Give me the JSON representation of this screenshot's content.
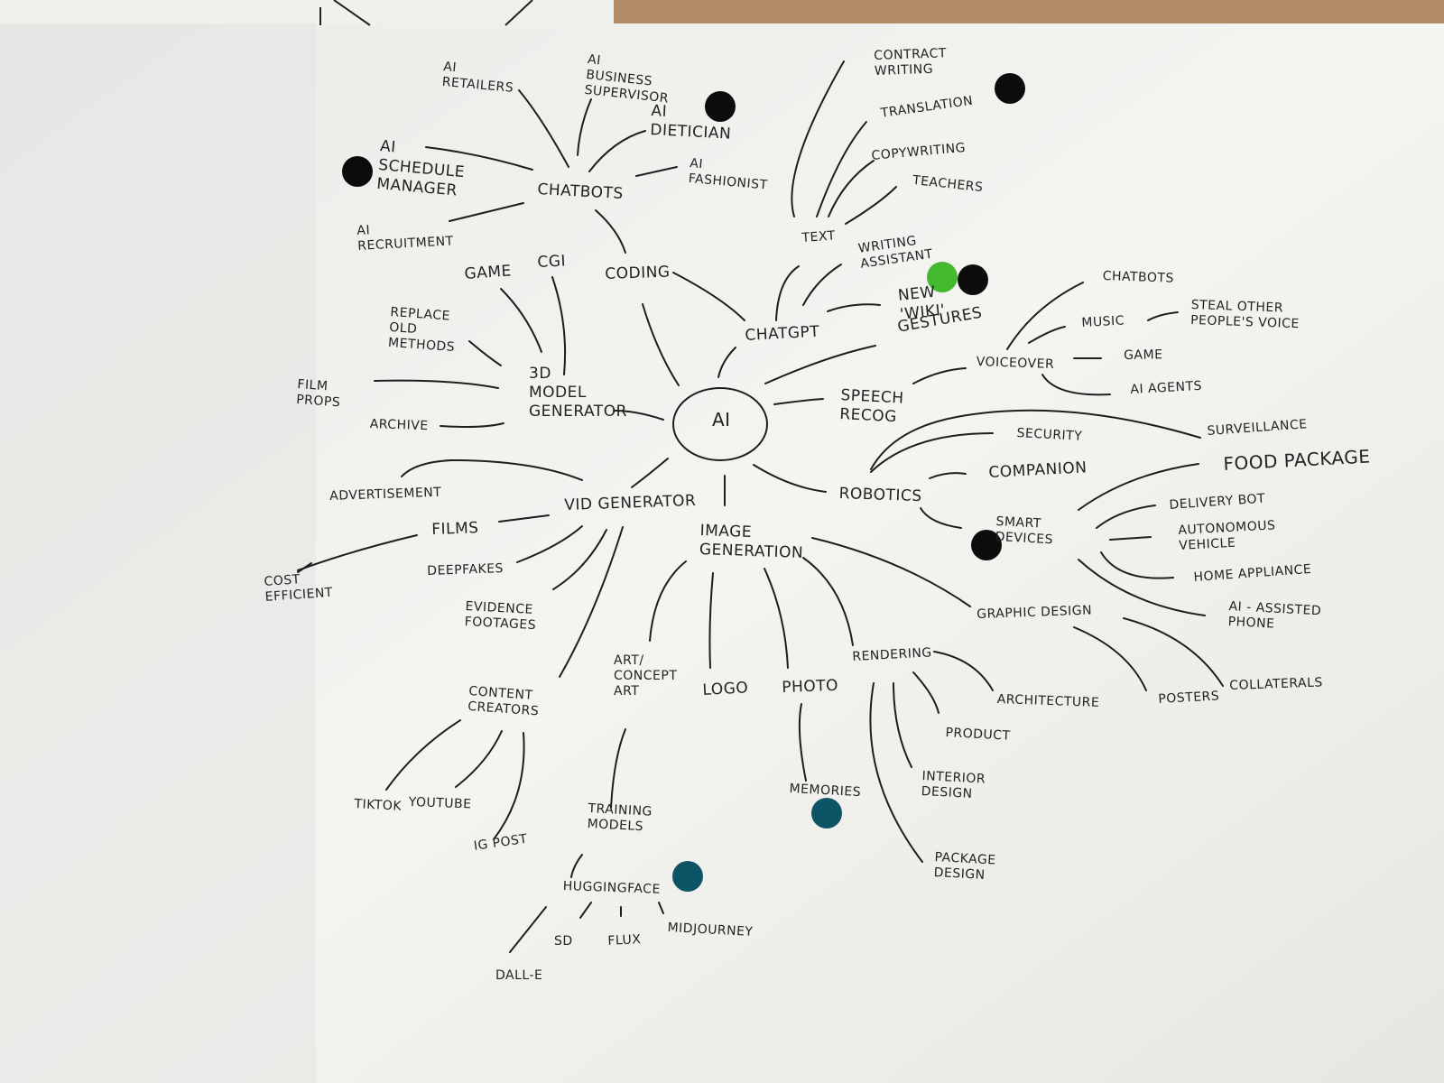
{
  "mind_map": {
    "center": "AI",
    "branches": {
      "chatbots": {
        "label": "CHATBOTS",
        "children": [
          "AI\nRETAILERS",
          "AI\nBUSINESS\nSUPERVISOR",
          "AI\nDIETICIAN",
          "AI\nFASHIONIST",
          "AI\nSCHEDULE\nMANAGER",
          "AI\nRECRUITMENT"
        ]
      },
      "coding": {
        "label": "CODING"
      },
      "chatgpt": {
        "label": "CHATGPT",
        "children": [
          "TEXT",
          "WRITING\nASSISTANT",
          "NEW\n'WIKI'"
        ],
        "text_children": [
          "CONTRACT\nWRITING",
          "TRANSLATION",
          "COPYWRITING",
          "TEACHERS"
        ]
      },
      "model_3d": {
        "label": "3D\nMODEL\nGENERATOR",
        "children": [
          "GAME",
          "CGI",
          "REPLACE\nOLD\nMETHODS",
          "FILM\nPROPS",
          "ARCHIVE"
        ]
      },
      "speech": {
        "label": "SPEECH\nRECOG",
        "gestures": "GESTURES",
        "voiceover": {
          "label": "VOICEOVER",
          "children": [
            "CHATBOTS",
            "MUSIC",
            "GAME",
            "AI AGENTS"
          ],
          "music_child": "STEAL OTHER\nPEOPLE'S VOICE"
        }
      },
      "robotics": {
        "label": "ROBOTICS",
        "children": [
          "SECURITY",
          "SURVEILLANCE",
          "COMPANION",
          "FOOD PACKAGE",
          "SMART\nDEVICES"
        ],
        "smart_devices_children": [
          "DELIVERY BOT",
          "AUTONOMOUS\nVEHICLE",
          "HOME APPLIANCE",
          "AI - ASSISTED\nPHONE"
        ]
      },
      "vid_generator": {
        "label": "VID GENERATOR",
        "children": [
          "ADVERTISEMENT",
          "FILMS",
          "DEEPFAKES",
          "EVIDENCE\nFOOTAGES",
          "CONTENT\nCREATORS"
        ],
        "films_child": "COST\nEFFICIENT",
        "content_creators_children": [
          "TIKTOK",
          "YOUTUBE",
          "IG POST"
        ]
      },
      "image_generation": {
        "label": "IMAGE\nGENERATION",
        "children": [
          "ART/\nCONCEPT\nART",
          "LOGO",
          "PHOTO",
          "RENDERING",
          "GRAPHIC DESIGN"
        ],
        "art_child": "TRAINING\nMODELS",
        "training_child": "HUGGINGFACE",
        "huggingface_children": [
          "DALL-E",
          "SD",
          "FLUX",
          "MIDJOURNEY"
        ],
        "photo_child": "MEMORIES",
        "rendering_children": [
          "ARCHITECTURE",
          "PRODUCT",
          "INTERIOR\nDESIGN",
          "PACKAGE\nDESIGN"
        ],
        "graphic_design_children": [
          "POSTERS",
          "COLLATERALS"
        ]
      }
    }
  },
  "colors": {
    "paper": "#f2f2ef",
    "ink": "#232323",
    "dot_black": "#0c0c0c",
    "dot_green": "#44b82e",
    "dot_teal": "#0d5566",
    "table": "#b08b66"
  }
}
